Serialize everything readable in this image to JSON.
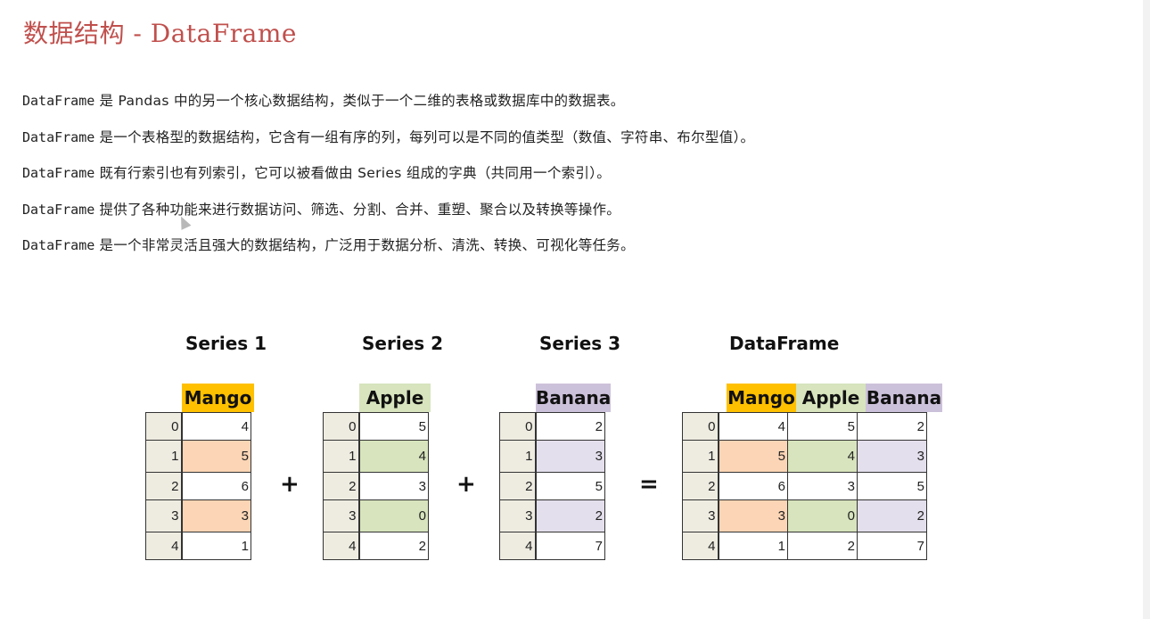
{
  "title": "数据结构 - DataFrame",
  "lines": [
    {
      "kw": "DataFrame",
      "text": " 是 Pandas 中的另一个核心数据结构，类似于一个二维的表格或数据库中的数据表。"
    },
    {
      "kw": "DataFrame",
      "text": " 是一个表格型的数据结构，它含有一组有序的列，每列可以是不同的值类型（数值、字符串、布尔型值）。"
    },
    {
      "kw": "DataFrame",
      "text": " 既有行索引也有列索引，它可以被看做由 Series 组成的字典（共同用一个索引）。"
    },
    {
      "kw": "DataFrame",
      "text": " 提供了各种功能来进行数据访问、筛选、分割、合并、重塑、聚合以及转换等操作。"
    },
    {
      "kw": "DataFrame",
      "text": " 是一个非常灵活且强大的数据结构，广泛用于数据分析、清洗、转换、可视化等任务。"
    }
  ],
  "diagram": {
    "labels": [
      "Series 1",
      "Series 2",
      "Series 3",
      "DataFrame"
    ],
    "operators": [
      "+",
      "+",
      "="
    ],
    "index": [
      "0",
      "1",
      "2",
      "3",
      "4"
    ],
    "columns": [
      {
        "name": "Mango",
        "header_color": "#ffc000",
        "band_color": "#fbd5b5",
        "values": [
          "4",
          "5",
          "6",
          "3",
          "1"
        ]
      },
      {
        "name": "Apple",
        "header_color": "#d7e4bd",
        "band_color": "#d7e4bd",
        "values": [
          "5",
          "4",
          "3",
          "0",
          "2"
        ]
      },
      {
        "name": "Banana",
        "header_color": "#ccc1da",
        "band_color": "#e4dfec",
        "values": [
          "2",
          "3",
          "5",
          "2",
          "7"
        ]
      }
    ]
  }
}
